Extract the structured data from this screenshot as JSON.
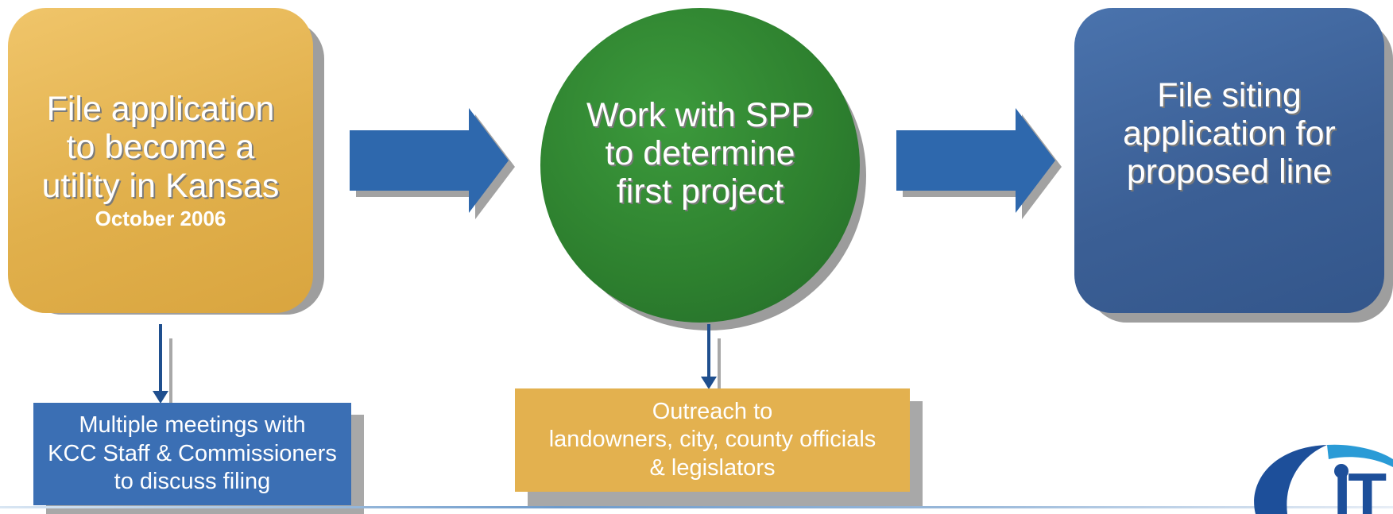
{
  "step1": {
    "line1": "File application",
    "line2": "to become a",
    "line3": "utility in Kansas",
    "date": "October 2006"
  },
  "step2": {
    "line1": "Work with SPP",
    "line2": "to determine",
    "line3": "first project"
  },
  "step3": {
    "line1": "File siting",
    "line2": "application for",
    "line3": "proposed line"
  },
  "sub1": {
    "line1": "Multiple meetings with",
    "line2": "KCC Staff & Commissioners",
    "line3": "to discuss filing"
  },
  "sub2": {
    "line1": "Outreach to",
    "line2": "landowners, city, county officials",
    "line3": "& legislators"
  },
  "colors": {
    "gold": "#e0b24d",
    "green": "#2e7d32",
    "navy": "#3a5e94",
    "arrow": "#2e68ad",
    "sub_blue": "#3b6fb4"
  },
  "logo": {
    "text": "IT"
  }
}
